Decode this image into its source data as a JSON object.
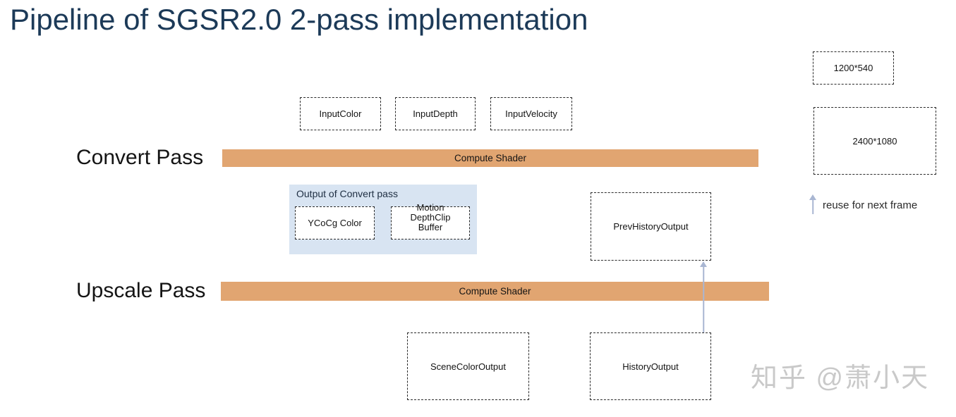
{
  "title": "Pipeline of SGSR2.0 2-pass implementation",
  "input_boxes": [
    "InputColor",
    "InputDepth",
    "InputVelocity"
  ],
  "convert_pass": {
    "label": "Convert Pass",
    "shader_label": "Compute Shader"
  },
  "upscale_pass": {
    "label": "Upscale Pass",
    "shader_label": "Compute Shader"
  },
  "convert_output": {
    "title": "Output of Convert pass",
    "ycocg_label": "YCoCg Color",
    "motion_label": "Motion\nDepthClip\nBuffer"
  },
  "buffers": {
    "prev_history": "PrevHistoryOutput",
    "scene_color": "SceneColorOutput",
    "history": "HistoryOutput"
  },
  "resolutions": {
    "low": "1200*540",
    "high": "2400*1080"
  },
  "reuse_note": "reuse for next frame",
  "watermark": "知乎 @萧小天",
  "colors": {
    "bar": "#E1A571",
    "panel": "#D8E4F2",
    "arrow": "#A9B6D2",
    "title": "#1C3A58",
    "watermark": "#C9C9C9"
  }
}
